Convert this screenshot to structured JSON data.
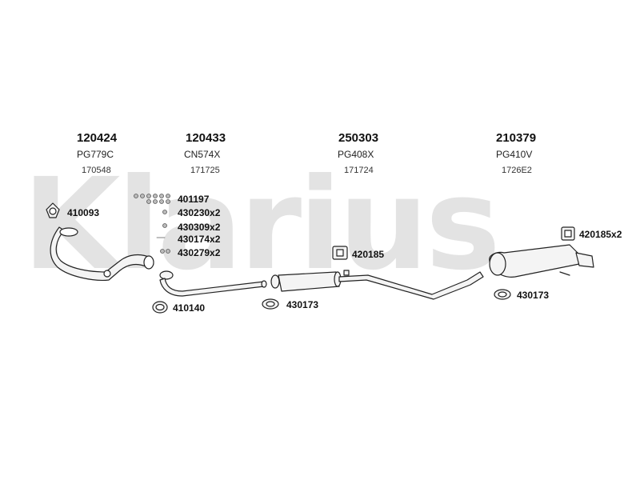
{
  "watermark": "Klarius",
  "columns": [
    {
      "part": "120424",
      "code": "PG779C",
      "ref": "170548"
    },
    {
      "part": "120433",
      "code": "CN574X",
      "ref": "171725"
    },
    {
      "part": "250303",
      "code": "PG408X",
      "ref": "171724"
    },
    {
      "part": "210379",
      "code": "PG410V",
      "ref": "1726E2"
    }
  ],
  "hardware": [
    "401197",
    "430230x2",
    "430309x2",
    "430174x2",
    "430279x2"
  ],
  "callouts": {
    "gasket_front": "410093",
    "ring_seal": "410140",
    "clamp_mid": "430173",
    "mount_mid": "420185",
    "mount_rear": "420185x2",
    "clamp_rear": "430173"
  },
  "colors": {
    "line": "#222222",
    "watermark": "#e3e3e3"
  }
}
